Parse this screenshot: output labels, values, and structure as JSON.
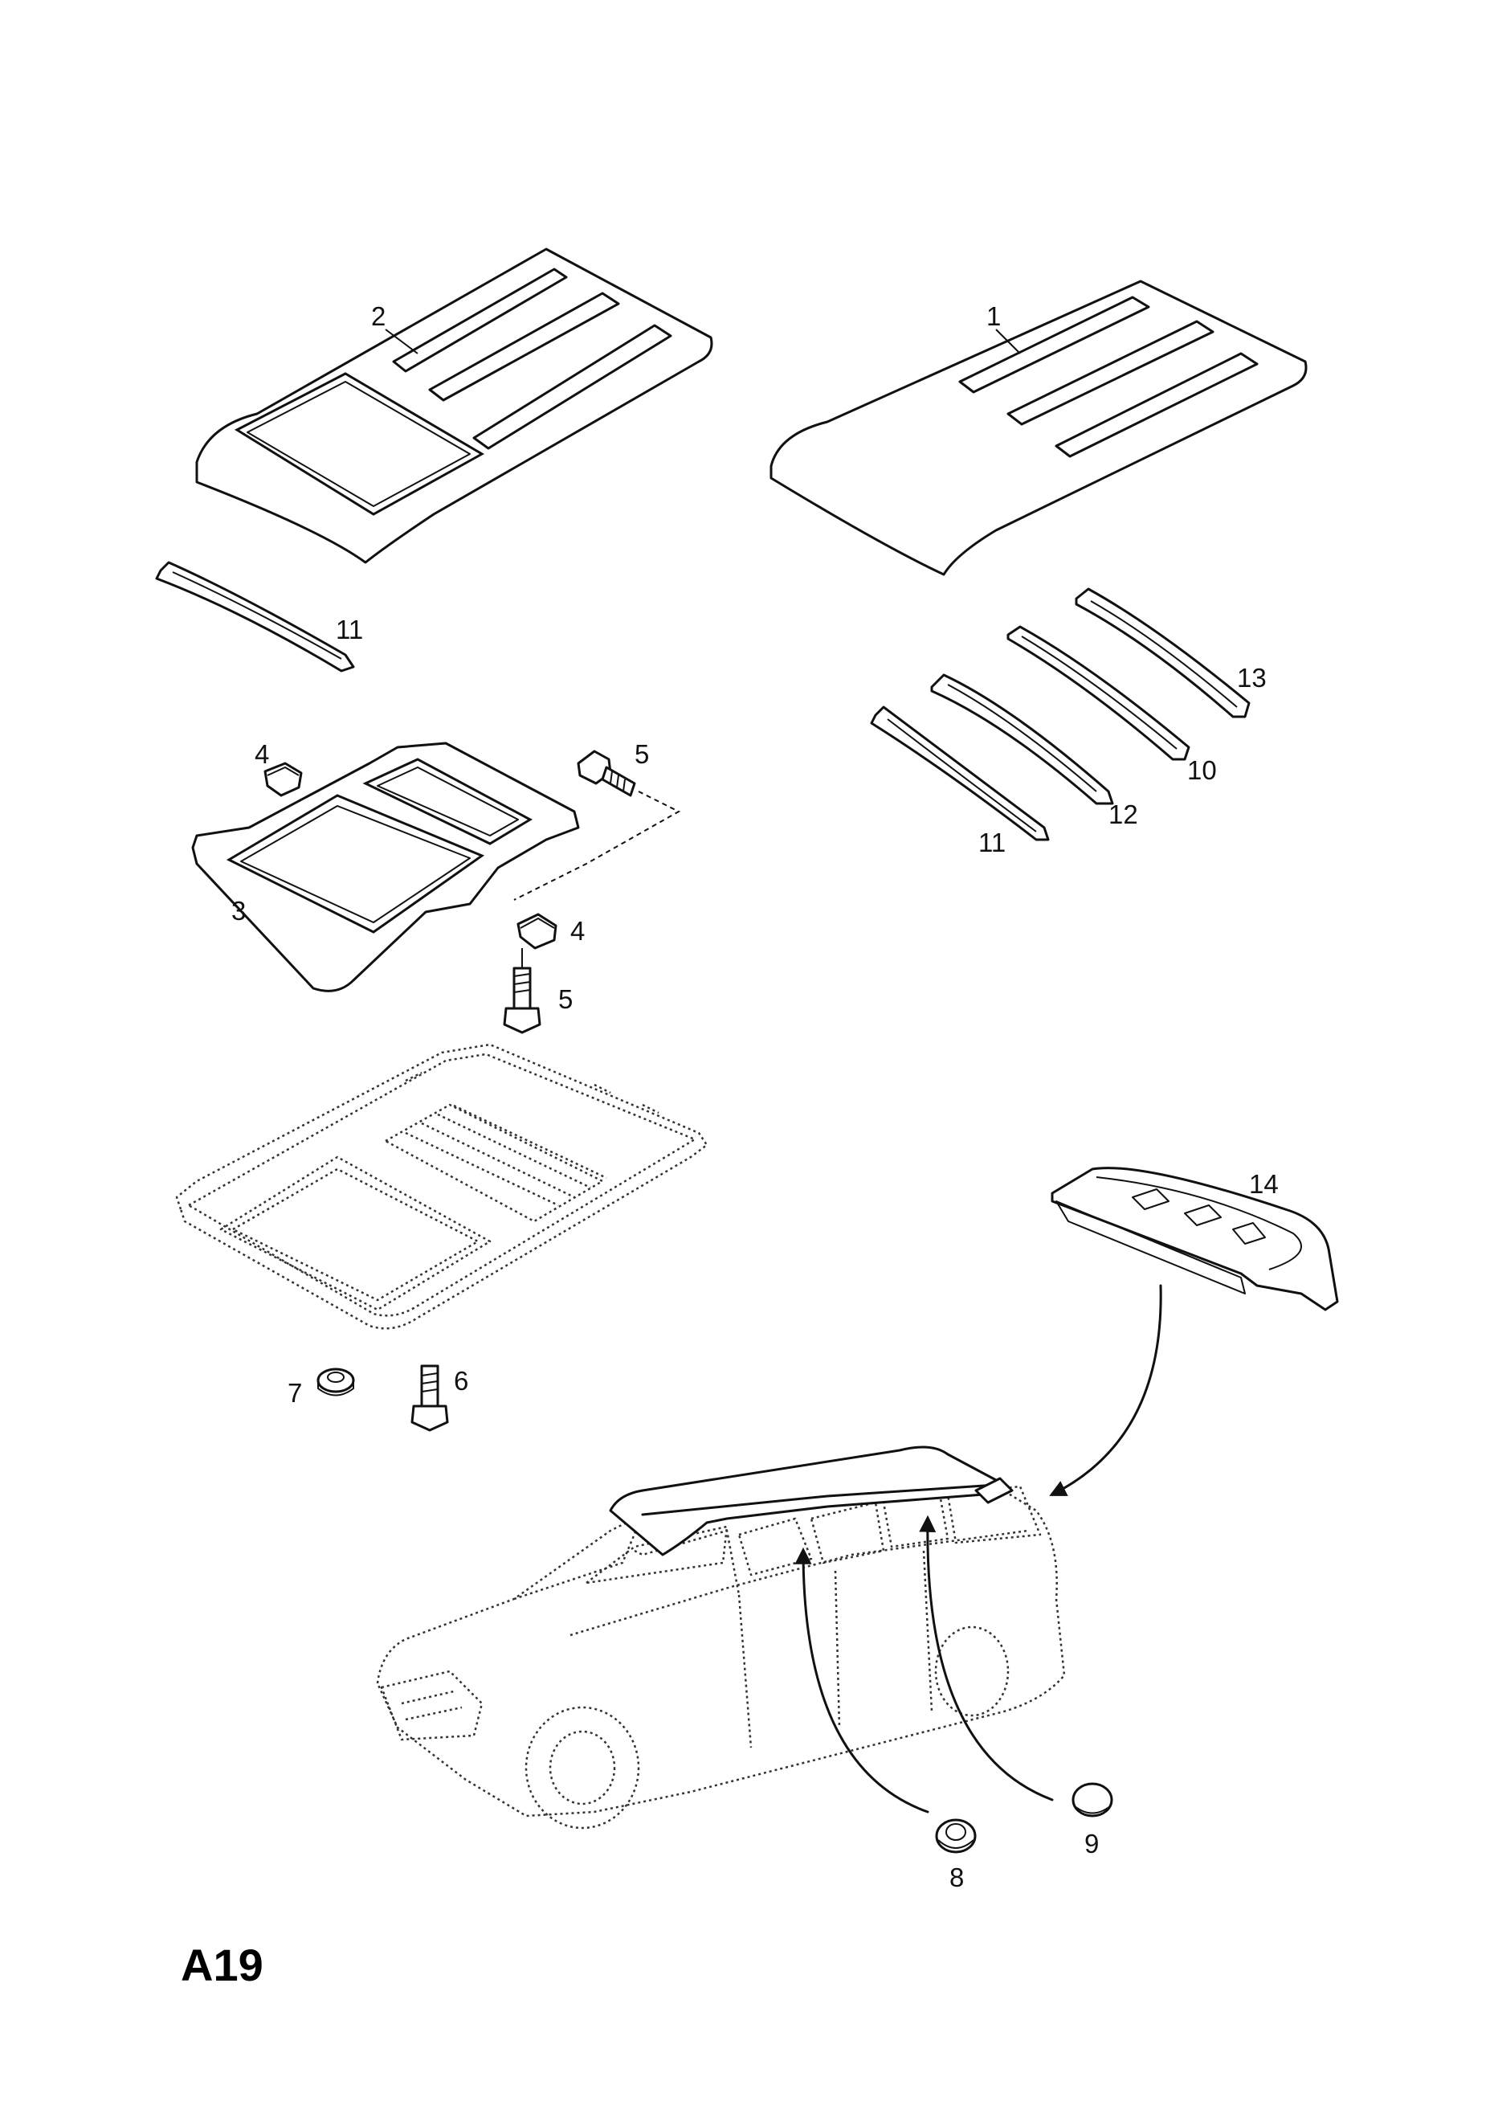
{
  "diagram_code": "A19",
  "callouts": {
    "c1": "1",
    "c2": "2",
    "c3": "3",
    "c4a": "4",
    "c4b": "4",
    "c5a": "5",
    "c5b": "5",
    "c6": "6",
    "c7": "7",
    "c8": "8",
    "c9": "9",
    "c10": "10",
    "c11a": "11",
    "c11b": "11",
    "c12": "12",
    "c13": "13",
    "c14": "14"
  }
}
